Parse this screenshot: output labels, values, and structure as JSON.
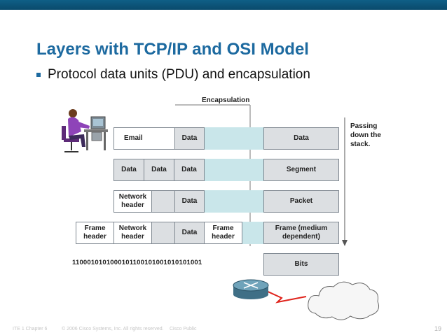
{
  "slide": {
    "title": "Layers with TCP/IP and OSI Model",
    "bullet": "Protocol data units (PDU) and encapsulation",
    "page_number": "19"
  },
  "diagram": {
    "encapsulation_label": "Encapsulation",
    "passing_label_lines": [
      "Passing",
      "down the",
      "stack."
    ],
    "rows": {
      "email": {
        "email": "Email",
        "data": "Data",
        "pdu": "Data"
      },
      "segment": {
        "data1": "Data",
        "data2": "Data",
        "data3": "Data",
        "pdu": "Segment"
      },
      "packet": {
        "net1": "Network",
        "net2": "header",
        "data": "Data",
        "pdu": "Packet"
      },
      "frame": {
        "fh1": "Frame",
        "fh2": "header",
        "net1": "Network",
        "net2": "header",
        "data": "Data",
        "ft1": "Frame",
        "ft2": "header",
        "pdu1": "Frame (medium",
        "pdu2": "dependent)"
      },
      "bits": {
        "pdu": "Bits"
      }
    },
    "bitstream": "1100010101000101100101001010101001"
  },
  "footer": {
    "course": "ITE 1 Chapter 6",
    "copyright": "© 2006 Cisco Systems, Inc. All rights reserved.",
    "label": "Cisco Public"
  },
  "colors": {
    "title": "#1d6aa0",
    "band": "#c9e6ea",
    "cell_grey": "#dcdfe2",
    "link_red": "#e0241c"
  }
}
